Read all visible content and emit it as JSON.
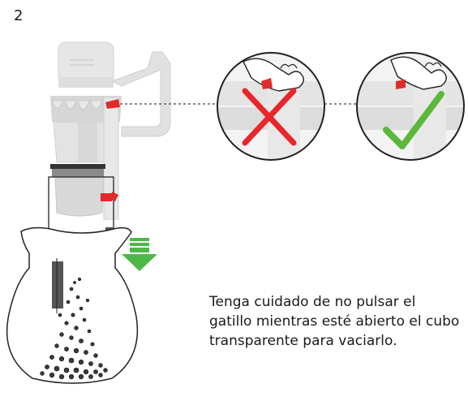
{
  "step": {
    "number": "2"
  },
  "caption": {
    "lines": [
      "Tenga cuidado de no pulsar el",
      "gatillo mientras esté abierto el cubo",
      "transparente para vaciarlo."
    ]
  },
  "callouts": [
    {
      "state": "incorrect",
      "icon": "red-cross",
      "color": "#e8262b"
    },
    {
      "state": "correct",
      "icon": "green-check",
      "color": "#5cb83a"
    }
  ],
  "colors": {
    "trigger": "#e02b2b",
    "arrow": "#4db848",
    "machine": "#dcdcdc"
  }
}
